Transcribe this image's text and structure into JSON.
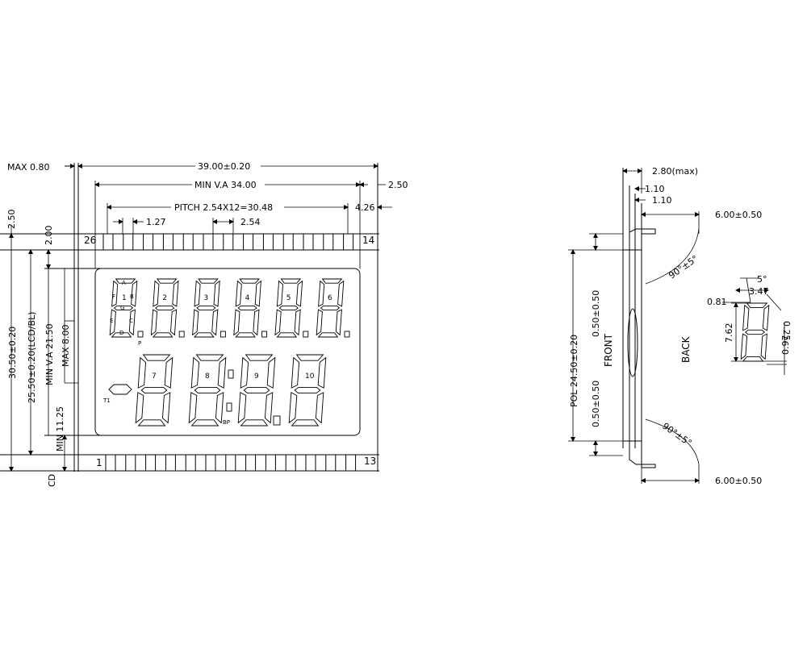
{
  "front": {
    "max_thickness": "MAX 0.80",
    "overall_width": "39.00±0.20",
    "min_va_width": "MIN V.A 34.00",
    "right_offset": "2.50",
    "pitch": "PITCH 2.54X12=30.48",
    "right_pin_offset": "4.26",
    "pin_width": "1.27",
    "pin_pitch": "2.54",
    "left_top_margin": "2.50",
    "top_margin": "2.00",
    "overall_height": "30.50±0.20",
    "lcd_height": "25.50±0.20(LCD/BL)",
    "min_va_height": "MIN V.A 21.50",
    "max_height": "MAX 8.00",
    "min_lower": "MIN 11.25",
    "bottom_cut_label": "CD",
    "pin_label_26": "26",
    "pin_label_14": "14",
    "pin_label_1": "1",
    "pin_label_13": "13",
    "pin_count_per_row": 13,
    "digits_top": [
      "1",
      "2",
      "3",
      "4",
      "5",
      "6"
    ],
    "digits_bottom": [
      "7",
      "8",
      "9",
      "10"
    ],
    "segment_letters": [
      "A",
      "F",
      "B",
      "G",
      "E",
      "C",
      "D"
    ],
    "decimal_point_label": "P",
    "t1_label": "T1",
    "bp_label": "BP"
  },
  "side": {
    "thickness": "2.80(max)",
    "layer1": "1.10",
    "layer2": "1.10",
    "pin_top_length": "6.00±0.50",
    "pin_bottom_length": "6.00±0.50",
    "angle_top": "90°±5°",
    "angle_bottom": "90°±5°",
    "pol": "POL 24.50±0.20",
    "offset_top": "0.50±0.50",
    "offset_bottom": "0.50±0.50",
    "front_label": "FRONT",
    "back_label": "BACK"
  },
  "detail": {
    "slant": "5°",
    "digit_width": "3.47",
    "left_offset": "0.81",
    "digit_height": "7.62",
    "segment_width": "0.25",
    "gap": "0.97"
  }
}
